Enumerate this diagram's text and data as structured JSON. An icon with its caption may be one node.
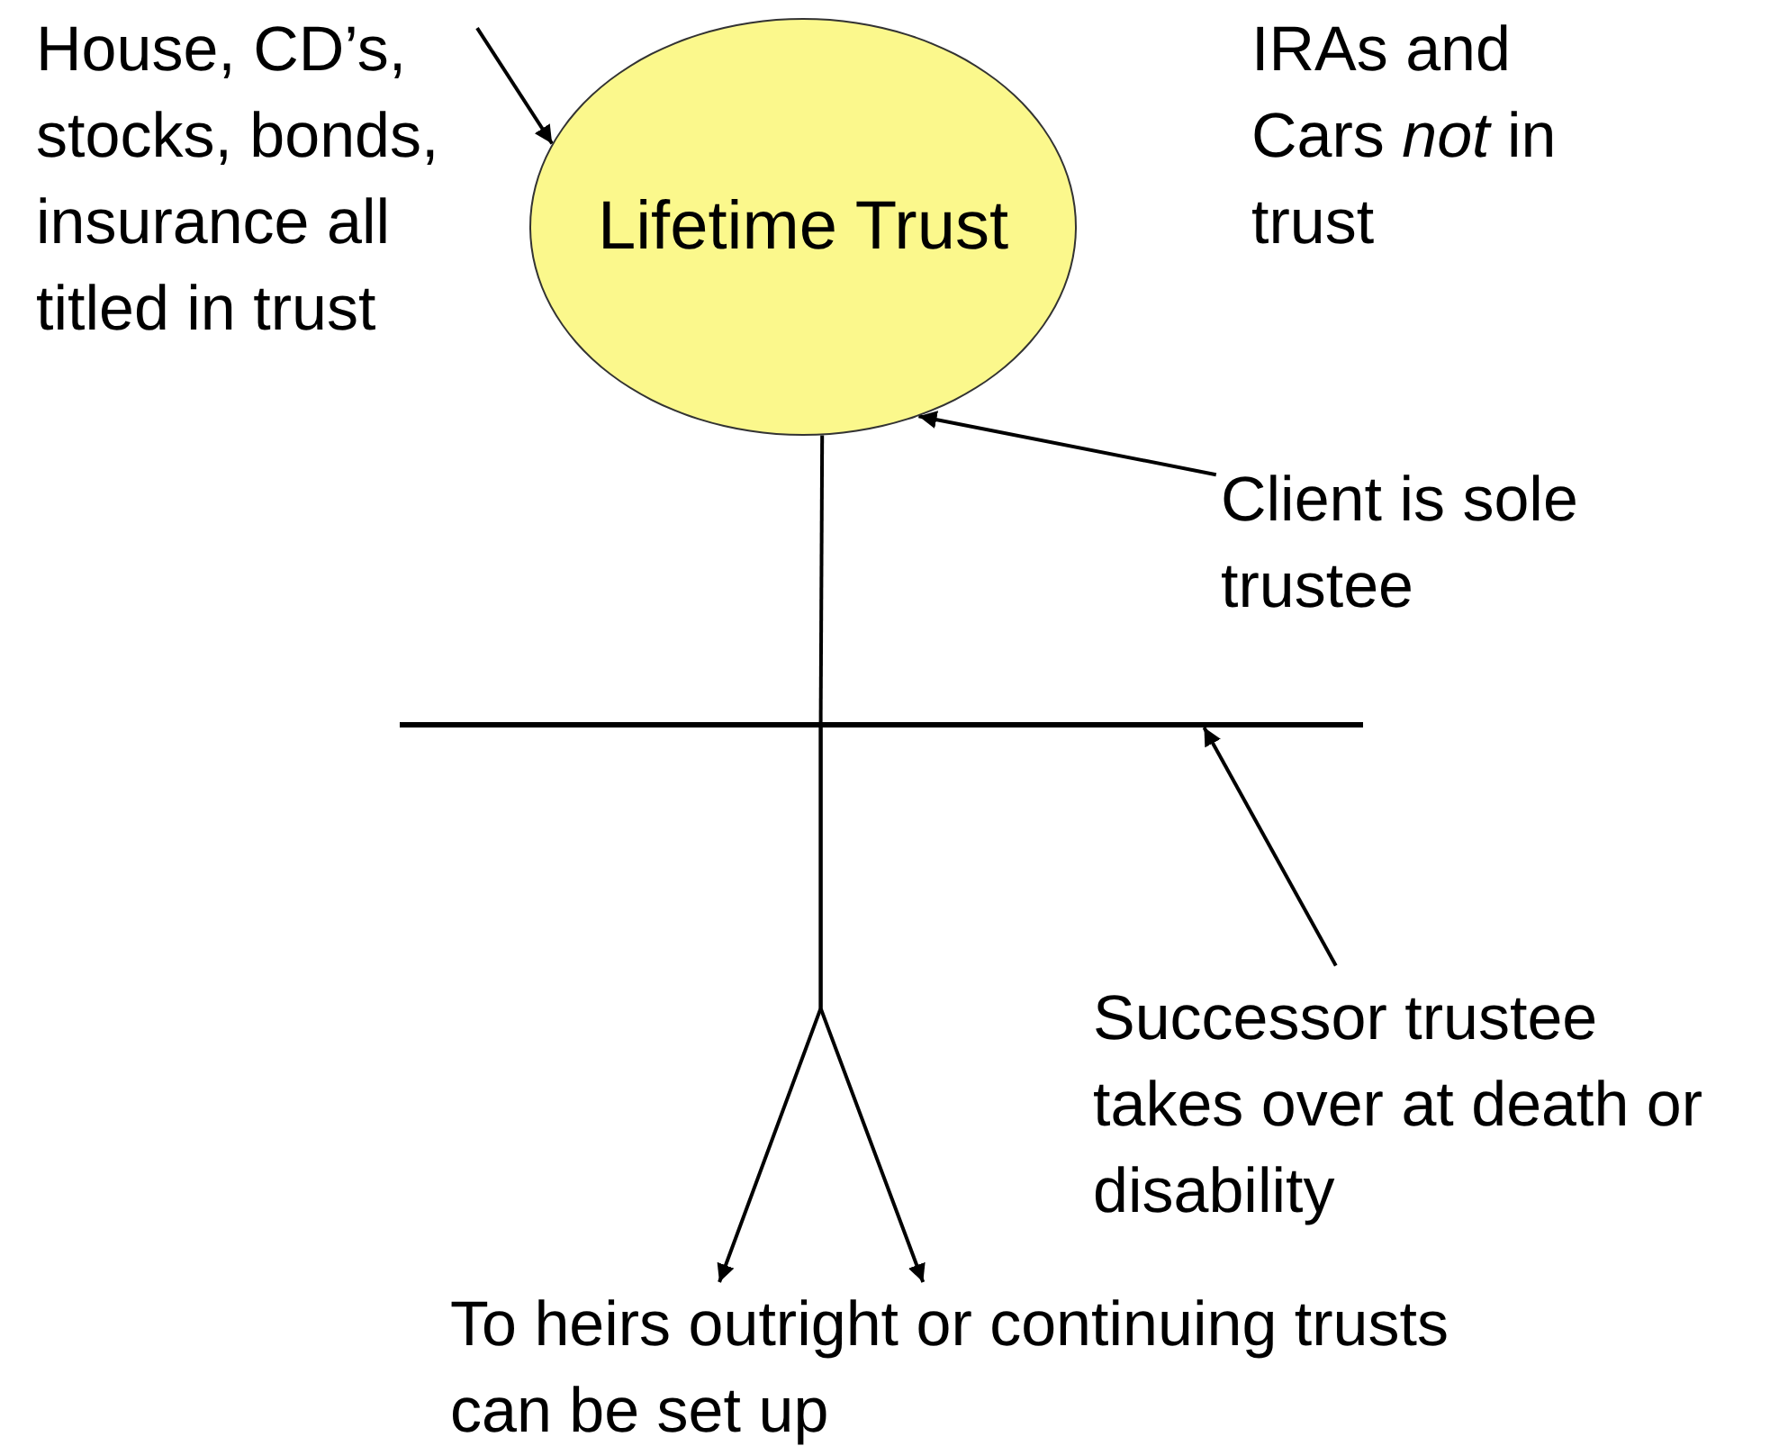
{
  "diagram": {
    "nodes": [
      {
        "text": [
          "House, CD’s, stocks, bonds, insurance all titled in trust"
        ]
      },
      {
        "text": [
          "Lifetime Trust"
        ]
      },
      {
        "text": [
          "Client is sole trustee"
        ]
      },
      {
        "text": [],
        "shape": "bar"
      },
      {
        "text": [
          "Successor trustee takes over at death or disability"
        ]
      },
      {
        "text": [
          "To heirs outright or continuing trusts can be set up"
        ]
      }
    ],
    "edges": [
      {
        "from": 0,
        "to": 1,
        "arrow": "to"
      },
      {
        "from": 2,
        "to": 1,
        "arrow": "to"
      },
      {
        "from": 1,
        "to": 3,
        "arrow": "none"
      },
      {
        "from": 3,
        "to": 5,
        "arrow": "to"
      },
      {
        "from": 3,
        "to": 5,
        "arrow": "to"
      },
      {
        "from": 4,
        "to": 3,
        "arrow": "to"
      }
    ],
    "labels": [
      "IRAs and Cars *not* in trust"
    ]
  }
}
